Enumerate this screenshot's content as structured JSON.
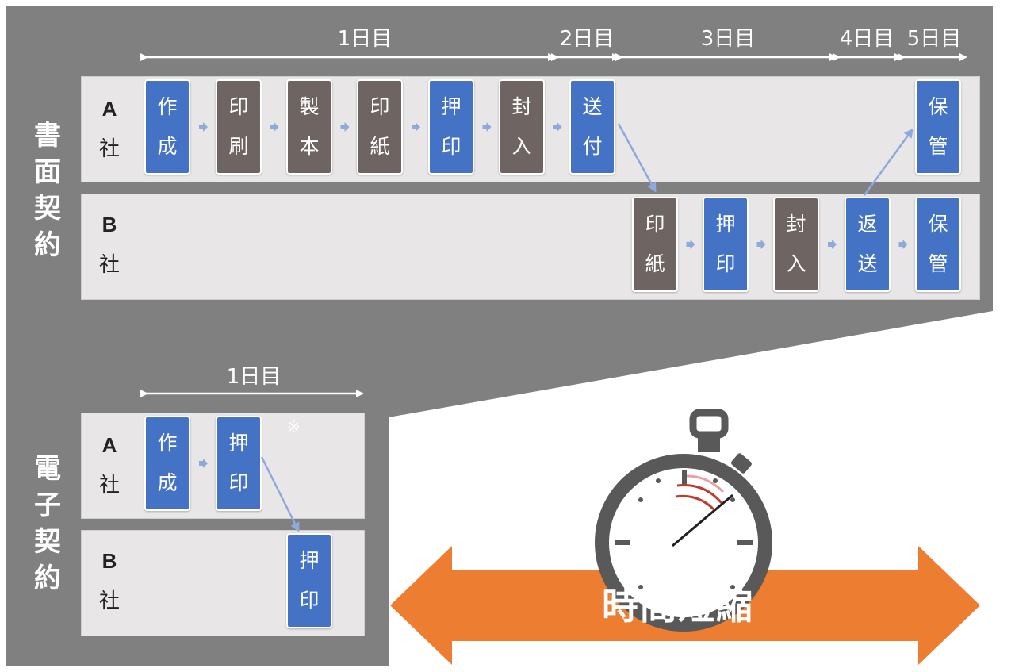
{
  "paper": {
    "label": "書面契約",
    "days": [
      "1日目",
      "2日目",
      "3日目",
      "4日目",
      "5日目"
    ],
    "company_a": {
      "id": "A",
      "suffix": "社",
      "steps": [
        {
          "text": "作成",
          "color": "blue"
        },
        {
          "text": "印刷",
          "color": "gray"
        },
        {
          "text": "製本",
          "color": "gray"
        },
        {
          "text": "印紙",
          "color": "gray"
        },
        {
          "text": "押印",
          "color": "blue"
        },
        {
          "text": "封入",
          "color": "gray"
        },
        {
          "text": "送付",
          "color": "blue"
        },
        {
          "text": "保管",
          "color": "blue"
        }
      ]
    },
    "company_b": {
      "id": "B",
      "suffix": "社",
      "steps": [
        {
          "text": "印紙",
          "color": "gray"
        },
        {
          "text": "押印",
          "color": "blue"
        },
        {
          "text": "封入",
          "color": "gray"
        },
        {
          "text": "返送",
          "color": "blue"
        },
        {
          "text": "保管",
          "color": "blue"
        }
      ]
    }
  },
  "electronic": {
    "label": "電子契約",
    "days": [
      "1日目"
    ],
    "note": "※",
    "company_a": {
      "id": "A",
      "suffix": "社",
      "steps": [
        {
          "text": "作成",
          "color": "blue"
        },
        {
          "text": "押印",
          "color": "blue"
        }
      ]
    },
    "company_b": {
      "id": "B",
      "suffix": "社",
      "steps": [
        {
          "text": "押印",
          "color": "blue"
        }
      ]
    }
  },
  "time_reduction": "時間短縮",
  "colors": {
    "background": "#808080",
    "lane": "#e8e6e6",
    "step_blue": "#4472c4",
    "step_gray": "#6e6563",
    "arrow_orange": "#ed7d31",
    "stopwatch": "#595959"
  }
}
